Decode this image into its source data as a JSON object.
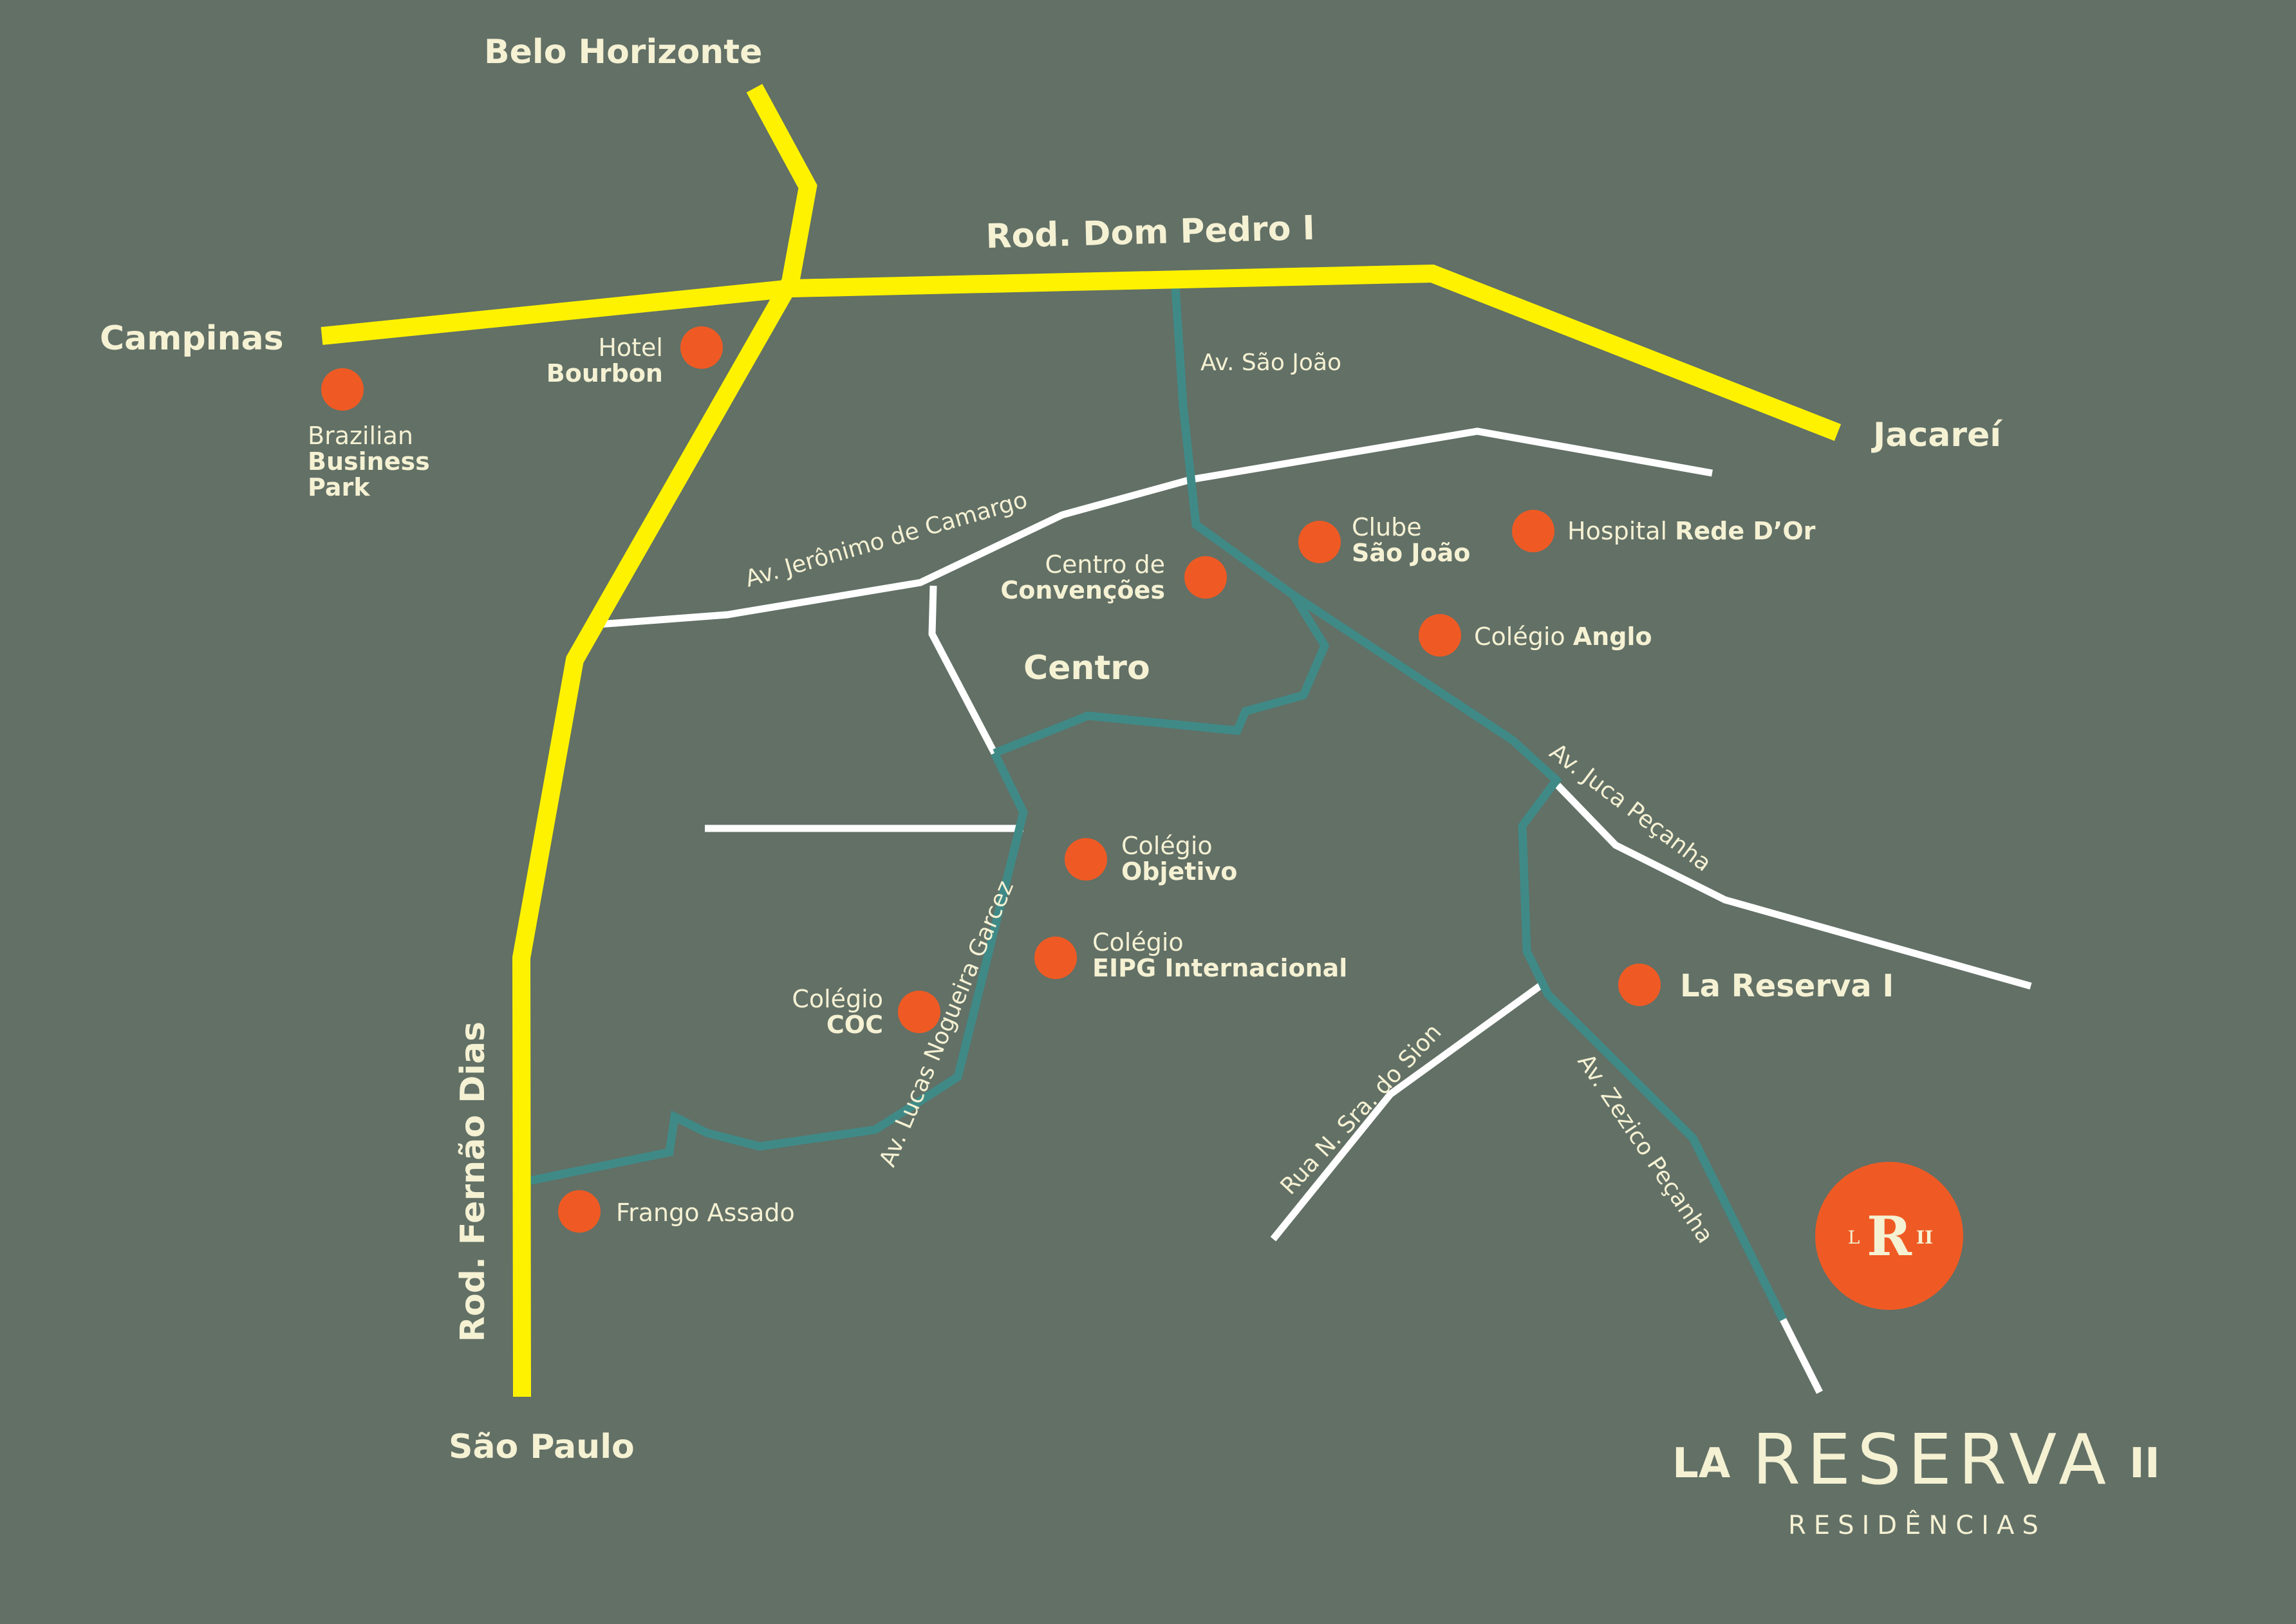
{
  "colors": {
    "background": "#627066",
    "highway": "#fff200",
    "avenue_teal": "#3f8a87",
    "street_white": "#ffffff",
    "poi": "#ef5a24",
    "text": "#f5f1d3"
  },
  "cities": {
    "belo_horizonte": "Belo Horizonte",
    "campinas": "Campinas",
    "jacarei": "Jacareí",
    "sao_paulo": "São Paulo"
  },
  "highways": {
    "dom_pedro": "Rod. Dom Pedro I",
    "fernao_dias": "Rod. Fernão Dias"
  },
  "streets": {
    "sao_joao": "Av. São João",
    "jeronimo": "Av. Jerônimo de Camargo",
    "juca": "Av. Juca Peçanha",
    "lucas": "Av. Lucas Nogueira Garcez",
    "sion": "Rua N. Sra. do Sion",
    "zezico": "Av. Zezico Peçanha"
  },
  "centro": "Centro",
  "pois": {
    "hotel_bourbon": {
      "line1": "Hotel",
      "line2": "Bourbon"
    },
    "brazilian_bp": {
      "line1": "Brazilian",
      "line2": "Business",
      "line3": "Park"
    },
    "clube_sj": {
      "line1": "Clube",
      "line2": "São João"
    },
    "hospital": {
      "pre": "Hospital ",
      "bold": "Rede D’Or"
    },
    "convencoes": {
      "line1": "Centro de",
      "line2": "Convenções"
    },
    "anglo": {
      "pre": "Colégio ",
      "bold": "Anglo"
    },
    "objetivo": {
      "line1": "Colégio",
      "line2": "Objetivo"
    },
    "eipg": {
      "line1": "Colégio",
      "line2": "EIPG Internacional"
    },
    "coc": {
      "line1": "Colégio",
      "line2": "COC"
    },
    "la_reserva_1": "La Reserva I",
    "frango": "Frango Assado"
  },
  "logo": {
    "left": "L",
    "center": "R",
    "right": "II"
  },
  "brand": {
    "la": "LA",
    "name": "RESERVA",
    "numeral": "II",
    "sub": "RESIDÊNCIAS"
  }
}
